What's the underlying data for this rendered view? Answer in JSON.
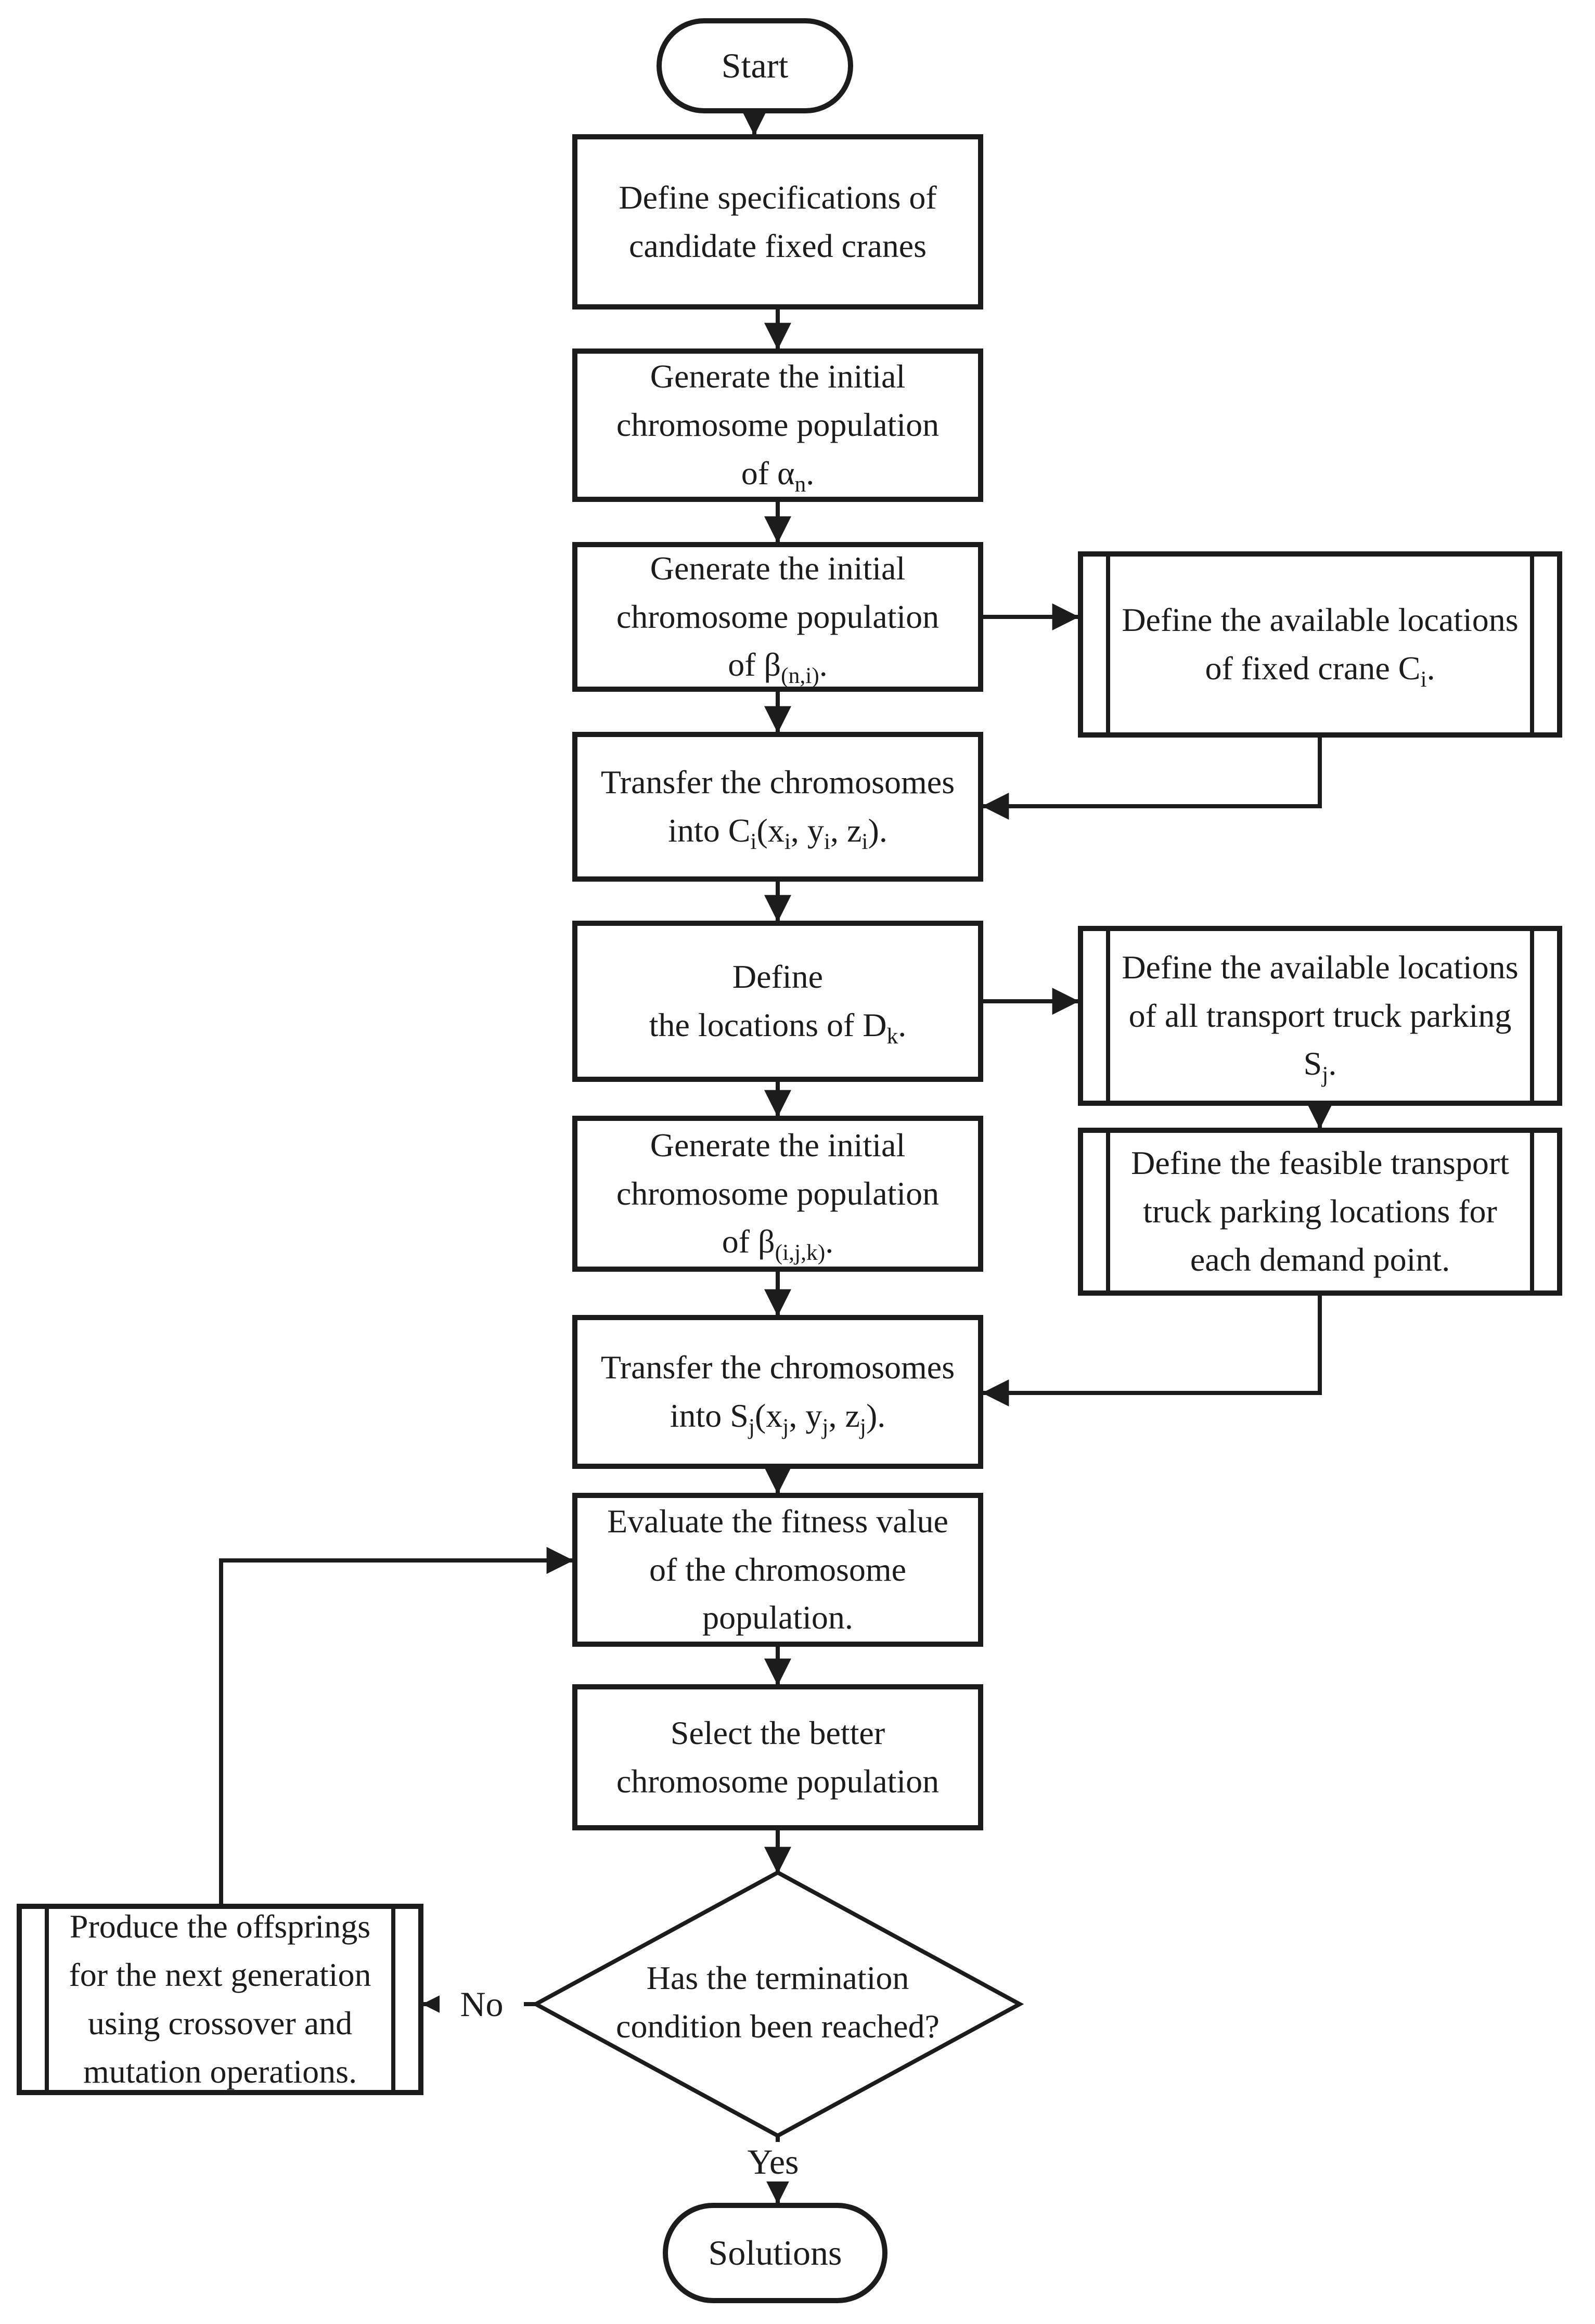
{
  "diagram_type": "flowchart",
  "colors": {
    "stroke": "#1c1c1c",
    "background": "#ffffff",
    "text": "#1c1c1c"
  },
  "nodes": {
    "start": {
      "shape": "terminator",
      "lines": [
        "Start"
      ]
    },
    "define_crane_specs": {
      "shape": "process",
      "lines": [
        "Define specifications of",
        "candidate fixed cranes"
      ]
    },
    "generate_alpha": {
      "shape": "process",
      "lines": [
        "Generate the initial",
        "chromosome population",
        "of α~n~."
      ]
    },
    "generate_beta_ni": {
      "shape": "process",
      "lines": [
        "Generate the initial",
        "chromosome population",
        "of β~(n,i)~."
      ]
    },
    "transfer_ci": {
      "shape": "process",
      "lines": [
        "Transfer the chromosomes",
        "into C~i~(x~i~, y~i~, z~i~)."
      ]
    },
    "define_dk": {
      "shape": "process",
      "lines": [
        "Define",
        "the locations of D~k~."
      ]
    },
    "generate_beta_ijk": {
      "shape": "process",
      "lines": [
        "Generate the initial",
        "chromosome population",
        "of β~(i,j,k)~."
      ]
    },
    "transfer_sj": {
      "shape": "process",
      "lines": [
        "Transfer the chromosomes",
        "into S~j~(x~j~, y~j~, z~j~)."
      ]
    },
    "evaluate_fitness": {
      "shape": "process",
      "lines": [
        "Evaluate the fitness value",
        "of the chromosome",
        "population."
      ]
    },
    "select_better": {
      "shape": "process",
      "lines": [
        "Select the better",
        "chromosome population"
      ]
    },
    "termination_decision": {
      "shape": "decision",
      "lines": [
        "Has the termination",
        "condition been reached?"
      ]
    },
    "produce_offsprings": {
      "shape": "predefined",
      "lines": [
        "Produce the offsprings",
        "for the next generation",
        "using crossover and",
        "mutation operations."
      ]
    },
    "crane_locations": {
      "shape": "predefined",
      "lines": [
        "Define the available locations",
        "of fixed crane C~i~."
      ]
    },
    "truck_parking_locations": {
      "shape": "predefined",
      "lines": [
        "Define the available locations",
        "of all transport truck parking",
        "S~j~."
      ]
    },
    "feasible_parking": {
      "shape": "predefined",
      "lines": [
        "Define the feasible transport",
        "truck parking locations for",
        "each demand point."
      ]
    },
    "solutions": {
      "shape": "terminator",
      "lines": [
        "Solutions"
      ]
    }
  },
  "edge_labels": {
    "yes": "Yes",
    "no": "No"
  }
}
